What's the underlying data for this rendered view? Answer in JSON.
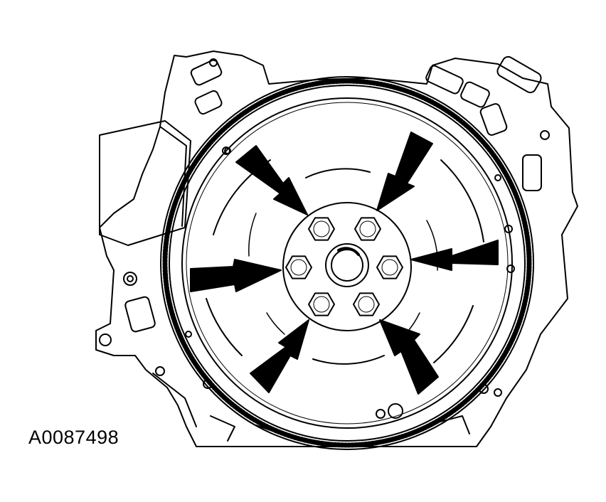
{
  "figure": {
    "id_label": "A0087498",
    "subject": "flywheel-bolts",
    "bolt_count": 6,
    "arrow_count": 6,
    "line_color": "#000000",
    "background_color": "#ffffff"
  }
}
